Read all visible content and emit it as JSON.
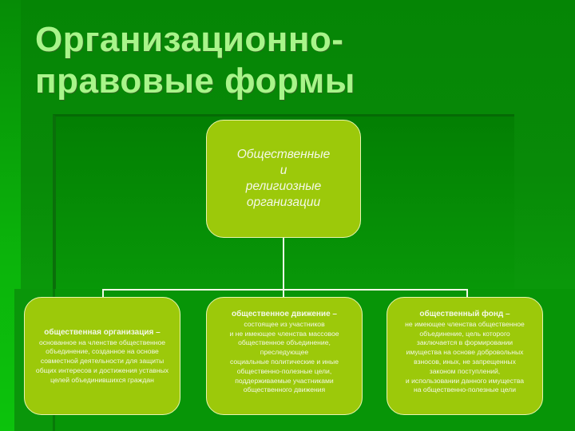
{
  "slide": {
    "title_line1": "Организационно-",
    "title_line2": "правовые формы",
    "colors": {
      "background": "#088a08",
      "title_text": "#a8f58a",
      "box_fill": "#9cc90a",
      "box_border": "#e8f4b0",
      "box_text": "#f4f8e8",
      "connector": "#f2f8e6"
    }
  },
  "diagram": {
    "root": {
      "lines": [
        "Общественные",
        "и",
        "религиозные",
        "организации"
      ]
    },
    "children": [
      {
        "term": "общественная организация –",
        "lines": [
          "основанное на членстве общественное",
          "объединение, созданное на основе",
          "совместной деятельности для защиты",
          "общих интересов и достижения уставных",
          "целей объединившихся граждан"
        ]
      },
      {
        "term": "общественное движение –",
        "lines": [
          "состоящее из участников",
          "и не имеющее членства массовое",
          "общественное объединение,",
          "преследующее",
          "социальные политические и иные",
          "общественно-полезные цели,",
          "поддерживаемые участниками",
          "общественного движения"
        ]
      },
      {
        "term": "общественный фонд –",
        "lines": [
          "не имеющее членства общественное",
          "объединение, цель которого",
          "заключается в формировании",
          "имущества на основе добровольных",
          "взносов, иных, не запрещенных",
          "законом поступлений,",
          "и использовании данного имущества",
          "на общественно-полезные цели"
        ]
      }
    ]
  }
}
